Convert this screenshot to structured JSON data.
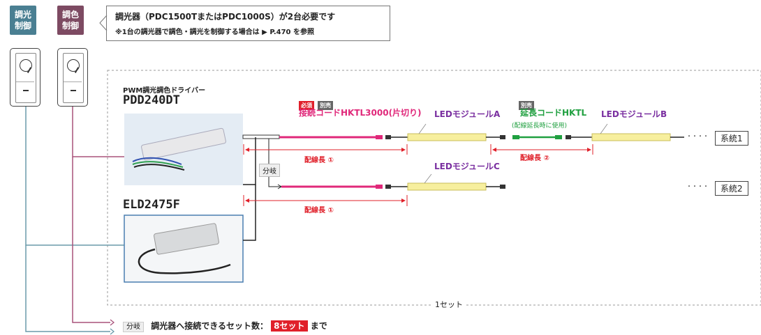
{
  "tags": {
    "dimming": [
      "調光",
      "制御"
    ],
    "toning": [
      "調色",
      "制御"
    ]
  },
  "callout": {
    "line1": "調光器（PDC1500TまたはPDC1000S）が2台必要です",
    "line2": "※1台の調光器で調色・調光を制御する場合は ▶ P.470 を参照"
  },
  "driver": {
    "caption": "PWM調光調色ドライバー",
    "model1": "PDD240DT",
    "model2": "ELD2475F"
  },
  "badges": {
    "required": "必須",
    "separate1": "別売",
    "separate2": "別売"
  },
  "labels": {
    "cord": "接続コードHKTL3000(片切り)",
    "module_a": "LEDモジュールA",
    "ext_cord": "延長コードHKTL",
    "ext_note": "(配線延長時に使用)",
    "module_b": "LEDモジュールB",
    "module_c": "LEDモジュールC",
    "branch": "分岐",
    "wire_len1_top": "配線長 ①",
    "wire_len2": "配線長 ②",
    "wire_len1_bottom": "配線長 ①",
    "system1": "系統1",
    "system2": "系統2",
    "dots1": "・・・・",
    "dots2": "・・・・",
    "set": "1セット"
  },
  "footer": {
    "branch": "分岐",
    "text": "調光器へ接続できるセット数：",
    "count": "8セット",
    "suffix": "まで"
  },
  "colors": {
    "dimming_tag": "#4a7f92",
    "toning_tag": "#7d4a62",
    "dimming_line": "#6a9aaa",
    "toning_line": "#a8527a",
    "red": "#e0202a",
    "pink_cord": "#e0287a",
    "green_cord": "#20a040",
    "purple": "#7a2fa0",
    "module_fill": "#f7ef9e"
  }
}
